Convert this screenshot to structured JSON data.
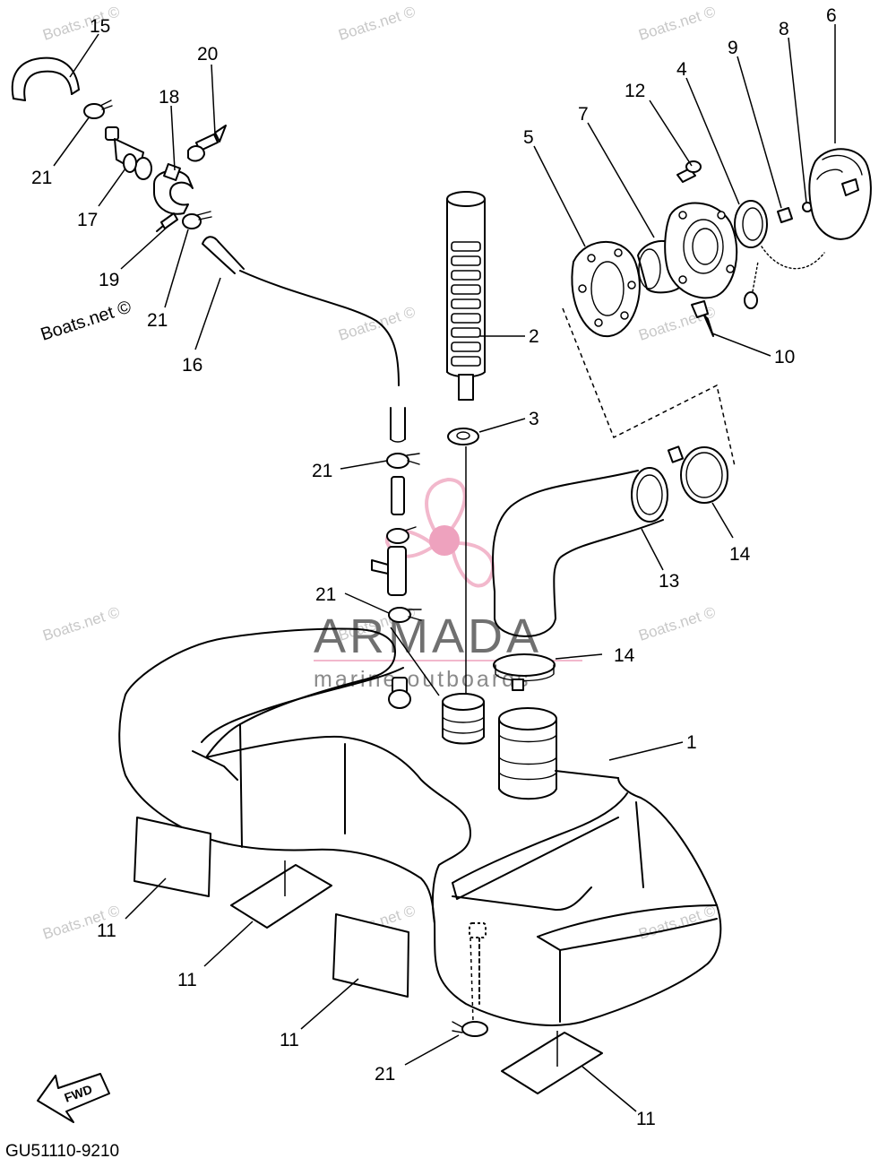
{
  "callouts": [
    {
      "id": "c15",
      "text": "15"
    },
    {
      "id": "c20",
      "text": "20"
    },
    {
      "id": "c18",
      "text": "18"
    },
    {
      "id": "c21a",
      "text": "21"
    },
    {
      "id": "c17",
      "text": "17"
    },
    {
      "id": "c19",
      "text": "19"
    },
    {
      "id": "c21b",
      "text": "21"
    },
    {
      "id": "c16",
      "text": "16"
    },
    {
      "id": "c6",
      "text": "6"
    },
    {
      "id": "c8",
      "text": "8"
    },
    {
      "id": "c9",
      "text": "9"
    },
    {
      "id": "c4",
      "text": "4"
    },
    {
      "id": "c12",
      "text": "12"
    },
    {
      "id": "c7",
      "text": "7"
    },
    {
      "id": "c5",
      "text": "5"
    },
    {
      "id": "c2",
      "text": "2"
    },
    {
      "id": "c10",
      "text": "10"
    },
    {
      "id": "c3",
      "text": "3"
    },
    {
      "id": "c21c",
      "text": "21"
    },
    {
      "id": "c14a",
      "text": "14"
    },
    {
      "id": "c13",
      "text": "13"
    },
    {
      "id": "c21d",
      "text": "21"
    },
    {
      "id": "c14b",
      "text": "14"
    },
    {
      "id": "c1",
      "text": "1"
    },
    {
      "id": "c11a",
      "text": "11"
    },
    {
      "id": "c11b",
      "text": "11"
    },
    {
      "id": "c11c",
      "text": "11"
    },
    {
      "id": "c21e",
      "text": "21"
    },
    {
      "id": "c11d",
      "text": "11"
    }
  ],
  "drawing_code": "GU51110-9210",
  "fwd_label": "FWD",
  "watermark_text": "Boats.net ©",
  "brand": {
    "name": "ARMADA",
    "tagline": "marine outboards",
    "color_dark": "#707070",
    "color_pink": "#f2b8cc",
    "color_pink_dot": "#eea2be"
  },
  "colors": {
    "line": "#000000",
    "background": "#ffffff",
    "watermark": "#c8c8c8"
  }
}
